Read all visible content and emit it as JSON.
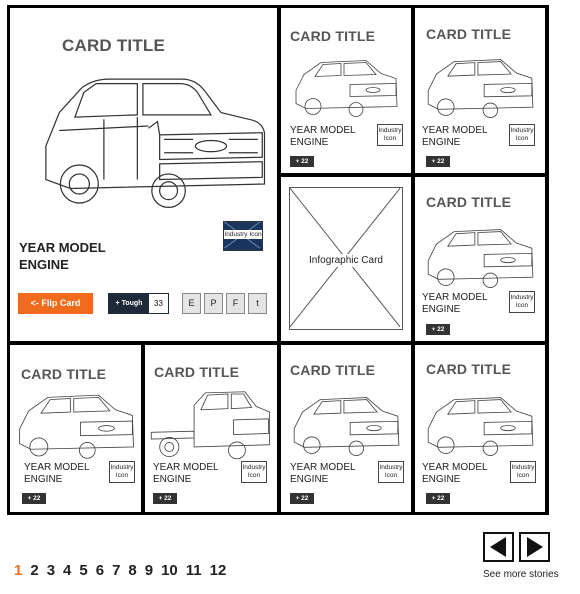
{
  "featured": {
    "title": "CARD TITLE",
    "year_model": "YEAR MODEL",
    "engine": "ENGINE",
    "industry_icon": "Industry Icon",
    "flip_button": "<- Flip Card",
    "tough_label": "+ Tough",
    "tough_count": "33",
    "share_buttons": [
      "E",
      "P",
      "F",
      "t"
    ]
  },
  "infographic": {
    "label": "Infographic Card"
  },
  "cards": [
    {
      "title": "CARD TITLE",
      "year_model": "YEAR MODEL",
      "engine": "ENGINE",
      "industry_line1": "Industry",
      "industry_line2": "Icon",
      "tough": "+ 22"
    },
    {
      "title": "CARD TITLE",
      "year_model": "YEAR MODEL",
      "engine": "ENGINE",
      "industry_line1": "Industry",
      "industry_line2": "Icon",
      "tough": "+ 22"
    },
    {
      "title": "CARD TITLE",
      "year_model": "YEAR MODEL",
      "engine": "ENGINE",
      "industry_line1": "Industry",
      "industry_line2": "Icon",
      "tough": "+ 22"
    },
    {
      "title": "CARD TITLE",
      "year_model": "YEAR MODEL",
      "engine": "ENGINE",
      "industry_line1": "Industry",
      "industry_line2": "Icon",
      "tough": "+ 22"
    },
    {
      "title": "CARD TITLE",
      "year_model": "YEAR MODEL",
      "engine": "ENGINE",
      "industry_line1": "Industry",
      "industry_line2": "Icon",
      "tough": "+ 22"
    },
    {
      "title": "CARD TITLE",
      "year_model": "YEAR MODEL",
      "engine": "ENGINE",
      "industry_line1": "Industry",
      "industry_line2": "Icon",
      "tough": "+ 22"
    },
    {
      "title": "CARD TITLE",
      "year_model": "YEAR MODEL",
      "engine": "ENGINE",
      "industry_line1": "Industry",
      "industry_line2": "Icon",
      "tough": "+ 22"
    }
  ],
  "pagination": {
    "pages": [
      "1",
      "2",
      "3",
      "4",
      "5",
      "6",
      "7",
      "8",
      "9",
      "10",
      "11",
      "12"
    ],
    "current": "1"
  },
  "nav": {
    "prev_icon": "triangle-left-icon",
    "next_icon": "triangle-right-icon",
    "see_more": "See more stories"
  },
  "colors": {
    "accent": "#f26b1d",
    "tough_dark": "#1e2a3a",
    "industry_dark": "#1a3560"
  }
}
